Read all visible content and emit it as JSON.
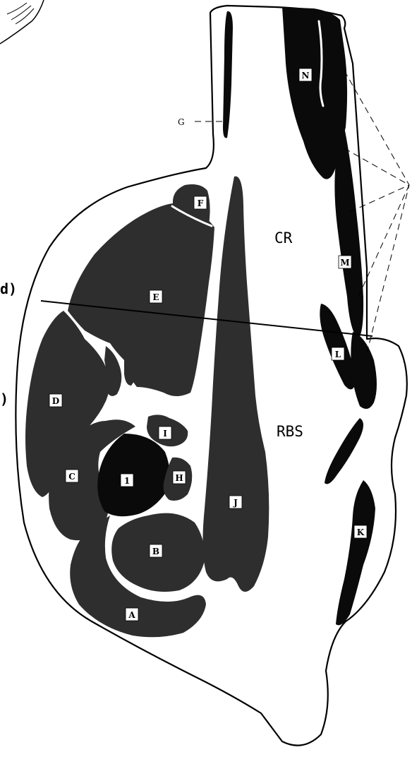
{
  "labels": {
    "A": "A",
    "B": "B",
    "C": "C",
    "D": "D",
    "E": "E",
    "F": "F",
    "G": "G",
    "H": "H",
    "I": "I",
    "J": "J",
    "K": "K",
    "L": "L",
    "M": "M",
    "N": "N",
    "one": "1"
  },
  "regions": {
    "cr": "CR",
    "rbs": "RBS"
  },
  "edge_marks": {
    "d": "d)",
    "paren": ")"
  },
  "colors": {
    "muscle": "#2e2e2e",
    "dark_muscle": "#0a0a0a",
    "outline": "#000000",
    "background": "#ffffff"
  }
}
